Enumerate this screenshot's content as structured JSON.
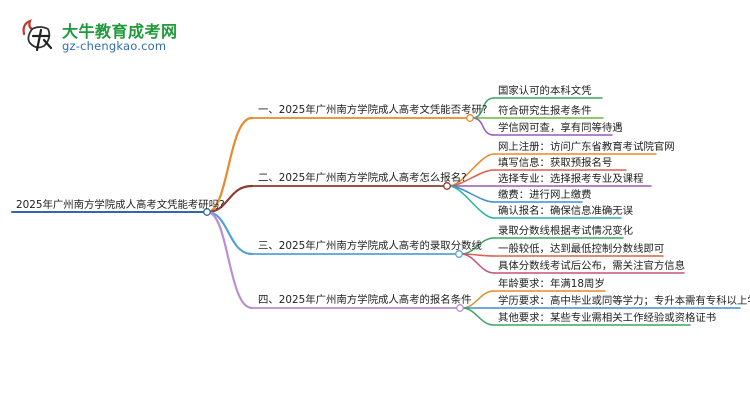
{
  "brand": {
    "title": "大牛教育成考网",
    "url": "gz-chengkao.com"
  },
  "root": {
    "label": "2025年广州南方学院成人高考文凭能考研吗?"
  },
  "branches": [
    {
      "label": "一、2025年广州南方学院成人高考文凭能否考研?",
      "color": "#e8892b",
      "children": [
        {
          "label": "国家认可的本科文凭",
          "color": "#3aa55f"
        },
        {
          "label": "符合研究生报考条件",
          "color": "#6fb640"
        },
        {
          "label": "学信网可查，享有同等待遇",
          "color": "#9b59b6"
        }
      ]
    },
    {
      "label": "二、2025年广州南方学院成人高考怎么报名?",
      "color": "#8e3a2e",
      "children": [
        {
          "label": "网上注册：访问广东省教育考试院官网",
          "color": "#e8892b"
        },
        {
          "label": "填写信息：获取预报名号",
          "color": "#d9604c"
        },
        {
          "label": "选择专业：选择报考专业及课程",
          "color": "#9b59b6"
        },
        {
          "label": "缴费：进行网上缴费",
          "color": "#3a8fd6"
        },
        {
          "label": "确认报名：确保信息准确无误",
          "color": "#2bb3a3"
        }
      ]
    },
    {
      "label": "三、2025年广州南方学院成人高考的录取分数线",
      "color": "#5aa0d8",
      "children": [
        {
          "label": "录取分数线根据考试情况变化",
          "color": "#3aa55f"
        },
        {
          "label": "一般较低，达到最低控制分数线即可",
          "color": "#d9604c"
        },
        {
          "label": "具体分数线考试后公布，需关注官方信息",
          "color": "#c0557a"
        }
      ]
    },
    {
      "label": "四、2025年广州南方学院成人高考的报名条件",
      "color": "#b98fd0",
      "children": [
        {
          "label": "年龄要求：年满18周岁",
          "color": "#e8892b"
        },
        {
          "label": "学历要求：高中毕业或同等学力；专升本需有专科以上学历",
          "color": "#3a8fd6"
        },
        {
          "label": "其他要求：某些专业需相关工作经验或资格证书",
          "color": "#3aa55f"
        }
      ]
    }
  ]
}
